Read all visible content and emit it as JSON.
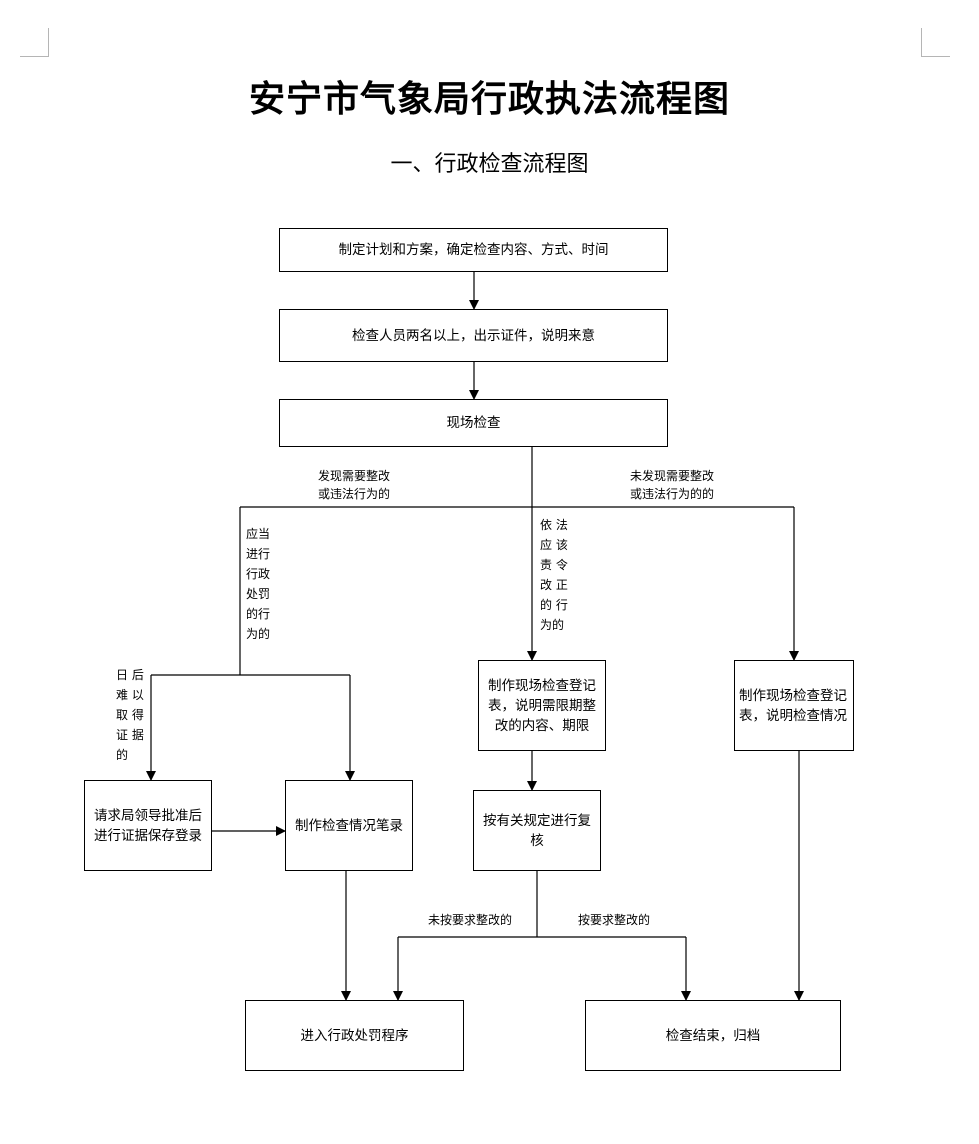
{
  "title": "安宁市气象局行政执法流程图",
  "subtitle": "一、行政检查流程图",
  "boxes": {
    "plan": "制定计划和方案，确定检查内容、方式、时间",
    "inspectors": "检查人员两名以上，出示证件，说明来意",
    "onsite": "现场检查",
    "record_rectify": "制作现场检查登记表，说明需限期整改的内容、期限",
    "record_normal": "制作现场检查登记表，说明检查情况",
    "preserve": "请求局领导批准后进行证据保存登录",
    "transcript": "制作检查情况笔录",
    "review": "按有关规定进行复核",
    "penalty": "进入行政处罚程序",
    "end": "检查结束，归档"
  },
  "labels": {
    "found": "发现需要整改\n或违法行为的",
    "not_found": "未发现需要整改\n或违法行为的的",
    "should_penalize": "应当\n进行\n行政\n处罚\n的行\n为的",
    "order_correct": "依 法\n应 该\n责 令\n改 正\n的 行\n为的",
    "hard_evidence": "日 后\n难 以\n取 得\n证 据\n的",
    "not_rectified": "未按要求整改的",
    "rectified": "按要求整改的"
  }
}
